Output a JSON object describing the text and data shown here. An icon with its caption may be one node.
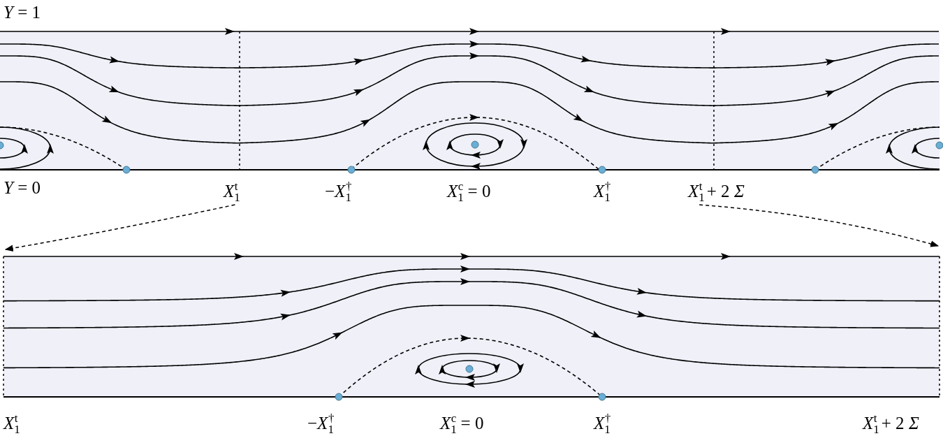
{
  "diagram": {
    "nodes": [
      {
        "text": [
          "*X*$_{1}$$^{t}$"
        ]
      },
      {
        "text": [
          "*X*$_{1}$$^{t}$ + 2 *Σ*"
        ]
      },
      {
        "text": [],
        "shape": "box"
      }
    ],
    "edges": [
      {
        "from": 0,
        "to": 2,
        "arrow": "to",
        "style": "dashed"
      },
      {
        "from": 1,
        "to": 2,
        "arrow": "to",
        "style": "dashed"
      }
    ],
    "labels": [
      "*Y* = 1",
      "*Y* = 0",
      "−*X*$_{1}$$^{†}$",
      "*X*$_{1}$$^{c}$ = 0",
      "*X*$_{1}$$^{†}$",
      "*X*$_{1}$$^{t}$",
      "−*X*$_{1}$$^{†}$",
      "*X*$_{1}$$^{c}$ = 0",
      "*X*$_{1}$$^{†}$",
      "*X*$_{1}$$^{t}$ + 2 *Σ*"
    ]
  }
}
